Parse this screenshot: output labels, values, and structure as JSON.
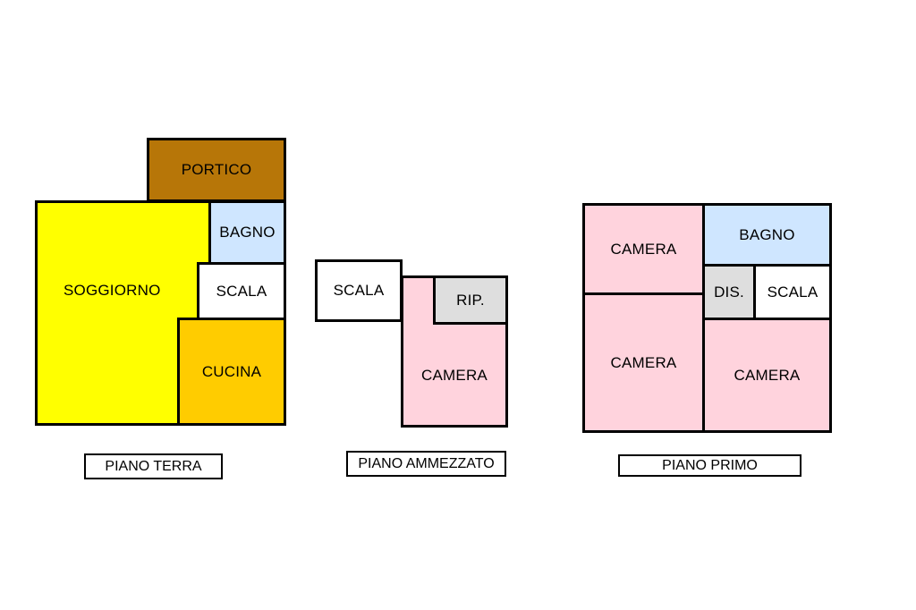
{
  "colors": {
    "portico": "#b77608",
    "soggiorno": "#ffff00",
    "cucina": "#ffcc00",
    "bagno": "#cfe6ff",
    "camera": "#ffd3dd",
    "service": "#dedede",
    "wall": "#000000"
  },
  "piano_terra": {
    "caption": "PIANO TERRA",
    "portico": "PORTICO",
    "soggiorno": "SOGGIORNO",
    "bagno": "BAGNO",
    "scala": "SCALA",
    "cucina": "CUCINA"
  },
  "piano_ammezzato": {
    "caption": "PIANO AMMEZZATO",
    "scala": "SCALA",
    "rip": "RIP.",
    "camera": "CAMERA"
  },
  "piano_primo": {
    "caption": "PIANO PRIMO",
    "camera_top_left": "CAMERA",
    "bagno": "BAGNO",
    "dis": "DIS.",
    "scala": "SCALA",
    "camera_bottom_left": "CAMERA",
    "camera_bottom_right": "CAMERA"
  }
}
